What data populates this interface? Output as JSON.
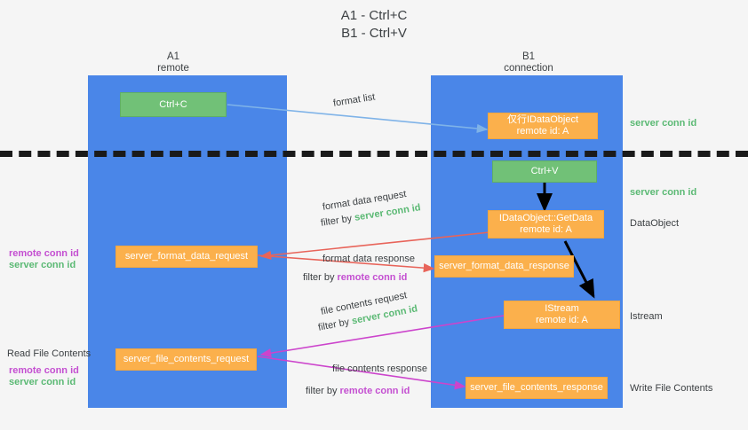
{
  "title": {
    "line1": "A1 - Ctrl+C",
    "line2": "B1 - Ctrl+V"
  },
  "colors": {
    "background": "#f5f5f5",
    "lane": "#4a86e8",
    "green_box": "#71c177",
    "orange_box": "#fbb04c",
    "server_conn_id": "#5bb974",
    "remote_conn_id": "#c44fd1",
    "arrow_format_list": "#7fb3e8",
    "arrow_format_data": "#e8645a",
    "arrow_file_contents": "#cc44cc",
    "arrow_internal": "#000000",
    "dashed_line": "#1a1a1a",
    "text": "#3c4043"
  },
  "lanes": [
    {
      "name": "A1",
      "sub": "remote"
    },
    {
      "name": "B1",
      "sub": "connection"
    }
  ],
  "boxes": {
    "ctrl_c": "Ctrl+C",
    "ctrl_v": "Ctrl+V",
    "idataobject": {
      "line1": "仅行IDataObject",
      "line2": "remote id: A"
    },
    "idataobject_getdata": {
      "line1": "IDataObject::GetData",
      "line2": "remote id: A"
    },
    "istream": {
      "line1": "IStream",
      "line2": "remote id: A"
    },
    "server_format_data_request": "server_format_data_request",
    "server_format_data_response": "server_format_data_response",
    "server_file_contents_request": "server_file_contents_request",
    "server_file_contents_response": "server_file_contents_response"
  },
  "edge_labels": {
    "format_list": "format list",
    "format_data_request": "format data request",
    "format_data_request_filter_prefix": "filter by ",
    "format_data_request_filter_value": "server conn id",
    "format_data_response": "format data response",
    "format_data_response_filter_prefix": "filter by ",
    "format_data_response_filter_value": "remote conn id",
    "file_contents_request": "file contents request",
    "file_contents_request_filter_prefix": "filter by ",
    "file_contents_request_filter_value": "server conn id",
    "file_contents_response": "file contents response",
    "file_contents_response_filter_prefix": "filter by ",
    "file_contents_response_filter_value": "remote conn id"
  },
  "right_labels": {
    "server_conn_id_top": "server conn id",
    "server_conn_id_mid": "server conn id",
    "dataobject": "DataObject",
    "istream": "Istream",
    "write_file_contents": "Write File Contents"
  },
  "left_labels": {
    "remote_conn_id_1": "remote conn id",
    "server_conn_id_1": "server conn id",
    "read_file_contents": "Read File Contents",
    "remote_conn_id_2": "remote conn id",
    "server_conn_id_2": "server conn id"
  }
}
